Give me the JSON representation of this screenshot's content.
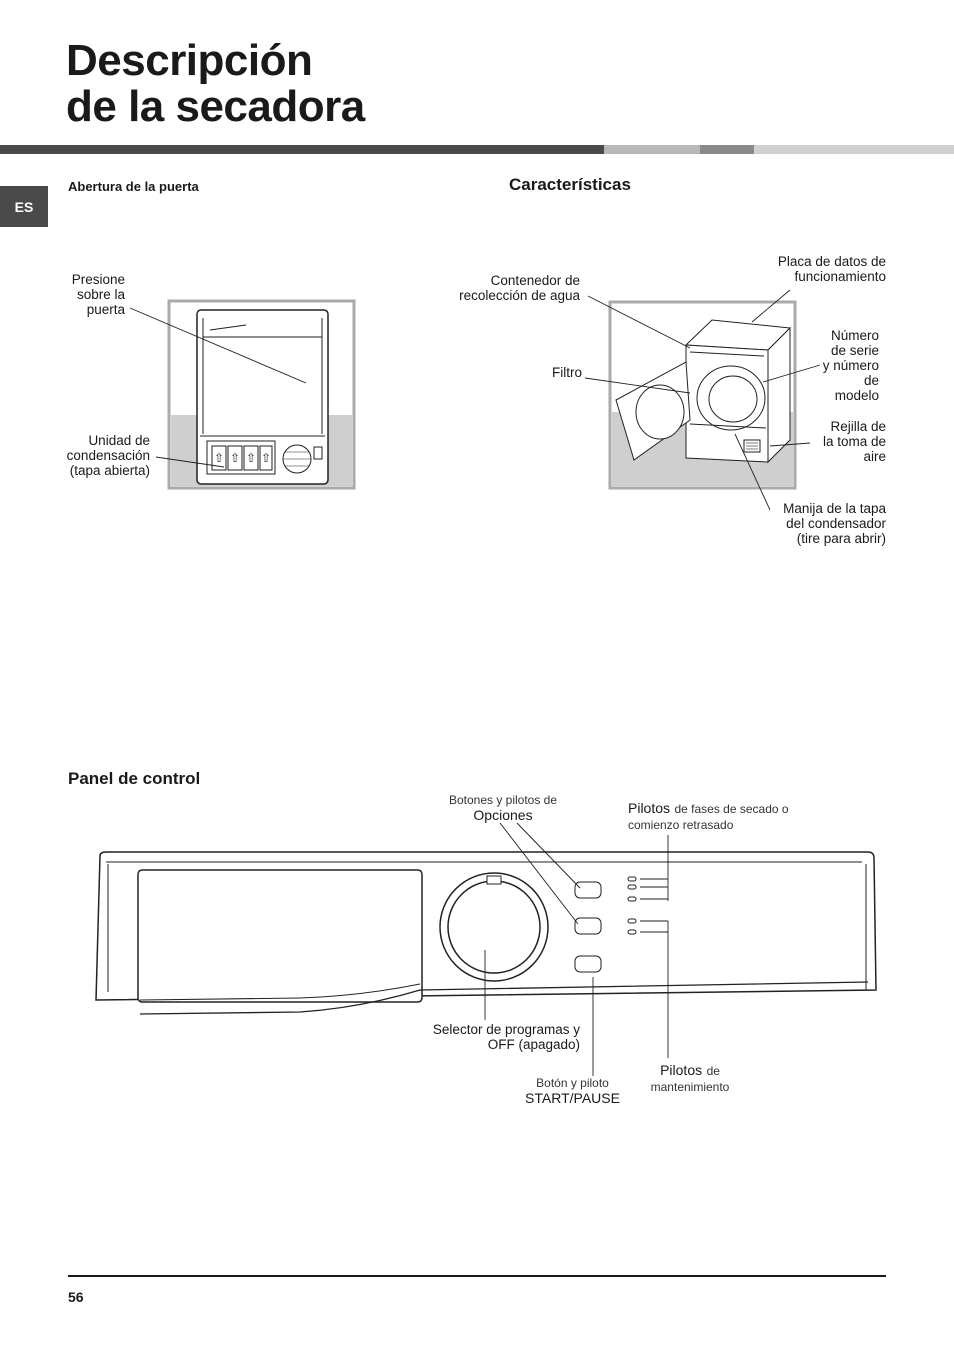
{
  "header": {
    "title_line1": "Descripción",
    "title_line2": "de la secadora",
    "lang_badge": "ES"
  },
  "door_section": {
    "heading": "Abertura de la puerta",
    "label_press": [
      "Presione",
      "sobre la",
      "puerta"
    ],
    "label_condensation": [
      "Unidad de",
      "condensación",
      "(tapa abierta)"
    ]
  },
  "features_section": {
    "heading": "Características",
    "label_container": [
      "Contenedor de",
      "recolección de agua"
    ],
    "label_filter": "Filtro",
    "label_plate": [
      "Placa de datos de",
      "funcionamiento"
    ],
    "label_serial": [
      "Número",
      "de serie",
      "y número",
      "de",
      "modelo"
    ],
    "label_grille": [
      "Rejilla de",
      "la toma de",
      "aire"
    ],
    "label_handle": [
      "Manija de la tapa",
      "del condensador",
      "(tire para abrir)"
    ]
  },
  "control_panel": {
    "heading": "Panel de control",
    "options_small": "Botones y pilotos de",
    "options_main": "Opciones",
    "phases_main": "Pilotos",
    "phases_small_1": "de fases de secado o",
    "phases_small_2": "comienzo retrasado",
    "selector": [
      "Selector de programas y",
      "OFF (apagado)"
    ],
    "start_small": "Botón y piloto",
    "start_main": "START/PAUSE",
    "maint_main": "Pilotos",
    "maint_small_1": "de",
    "maint_small_2": "mantenimiento"
  },
  "footer": {
    "page_number": "56"
  }
}
